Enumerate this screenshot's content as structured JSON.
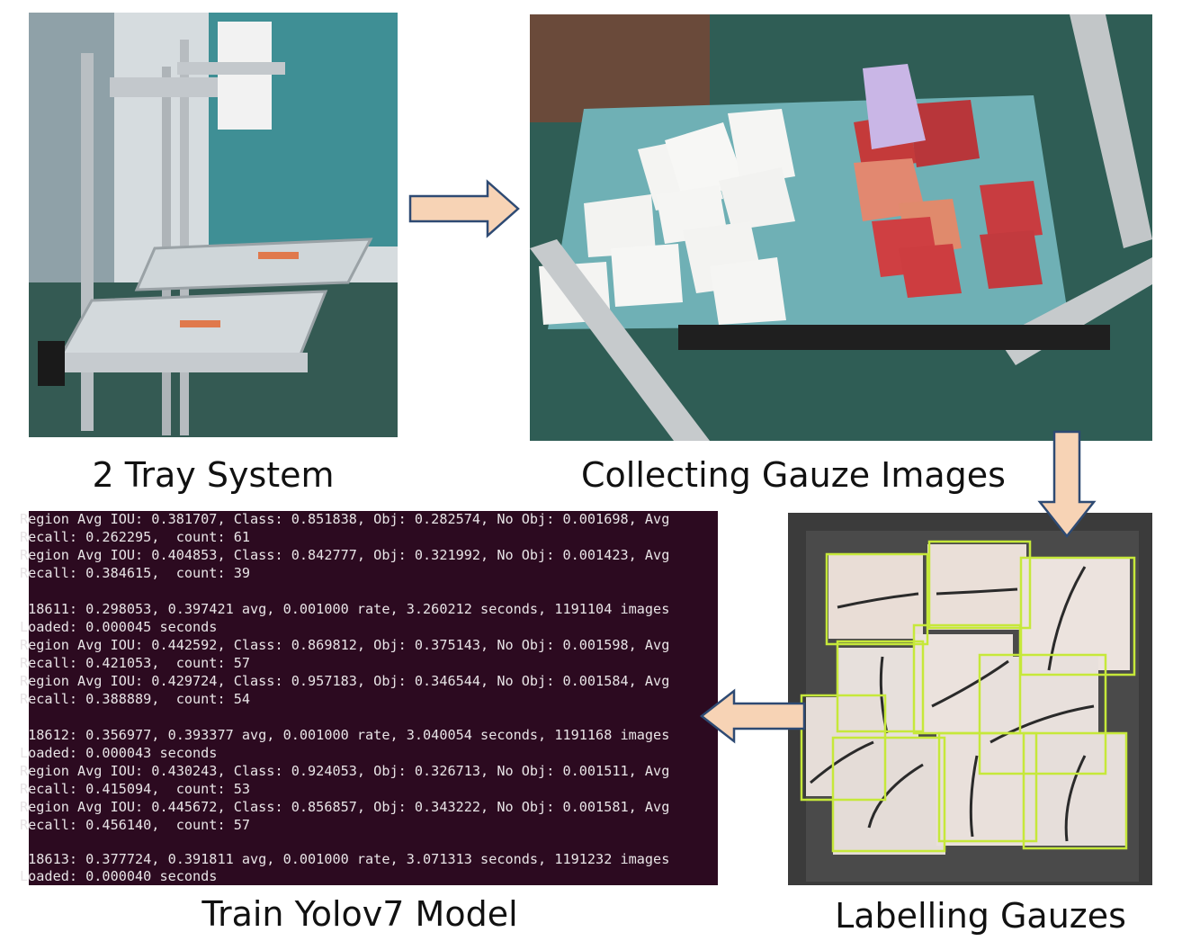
{
  "captions": {
    "tray": "2 Tray System",
    "collect": "Collecting Gauze Images",
    "train": "Train Yolov7 Model",
    "label": "Labelling Gauzes"
  },
  "terminal_lines": [
    "Region Avg IOU: 0.381707, Class: 0.851838, Obj: 0.282574, No Obj: 0.001698, Avg",
    "Recall: 0.262295,  count: 61",
    "Region Avg IOU: 0.404853, Class: 0.842777, Obj: 0.321992, No Obj: 0.001423, Avg",
    "Recall: 0.384615,  count: 39",
    "",
    " 18611: 0.298053, 0.397421 avg, 0.001000 rate, 3.260212 seconds, 1191104 images",
    "Loaded: 0.000045 seconds",
    "Region Avg IOU: 0.442592, Class: 0.869812, Obj: 0.375143, No Obj: 0.001598, Avg",
    "Recall: 0.421053,  count: 57",
    "Region Avg IOU: 0.429724, Class: 0.957183, Obj: 0.346544, No Obj: 0.001584, Avg",
    "Recall: 0.388889,  count: 54",
    "",
    " 18612: 0.356977, 0.393377 avg, 0.001000 rate, 3.040054 seconds, 1191168 images",
    "Loaded: 0.000043 seconds",
    "Region Avg IOU: 0.430243, Class: 0.924053, Obj: 0.326713, No Obj: 0.001511, Avg",
    "Recall: 0.415094,  count: 53",
    "Region Avg IOU: 0.445672, Class: 0.856857, Obj: 0.343222, No Obj: 0.001581, Avg",
    "Recall: 0.456140,  count: 57",
    "",
    " 18613: 0.377724, 0.391811 avg, 0.001000 rate, 3.071313 seconds, 1191232 images",
    "Loaded: 0.000040 seconds"
  ],
  "colors": {
    "arrow_fill": "#f7d3b5",
    "arrow_stroke": "#2e4a73",
    "terminal_bg": "#2c0a20",
    "terminal_text": "#e8e4e6",
    "bbox": "#c6e83a"
  },
  "icons": {
    "flow_arrow": "block-arrow"
  }
}
